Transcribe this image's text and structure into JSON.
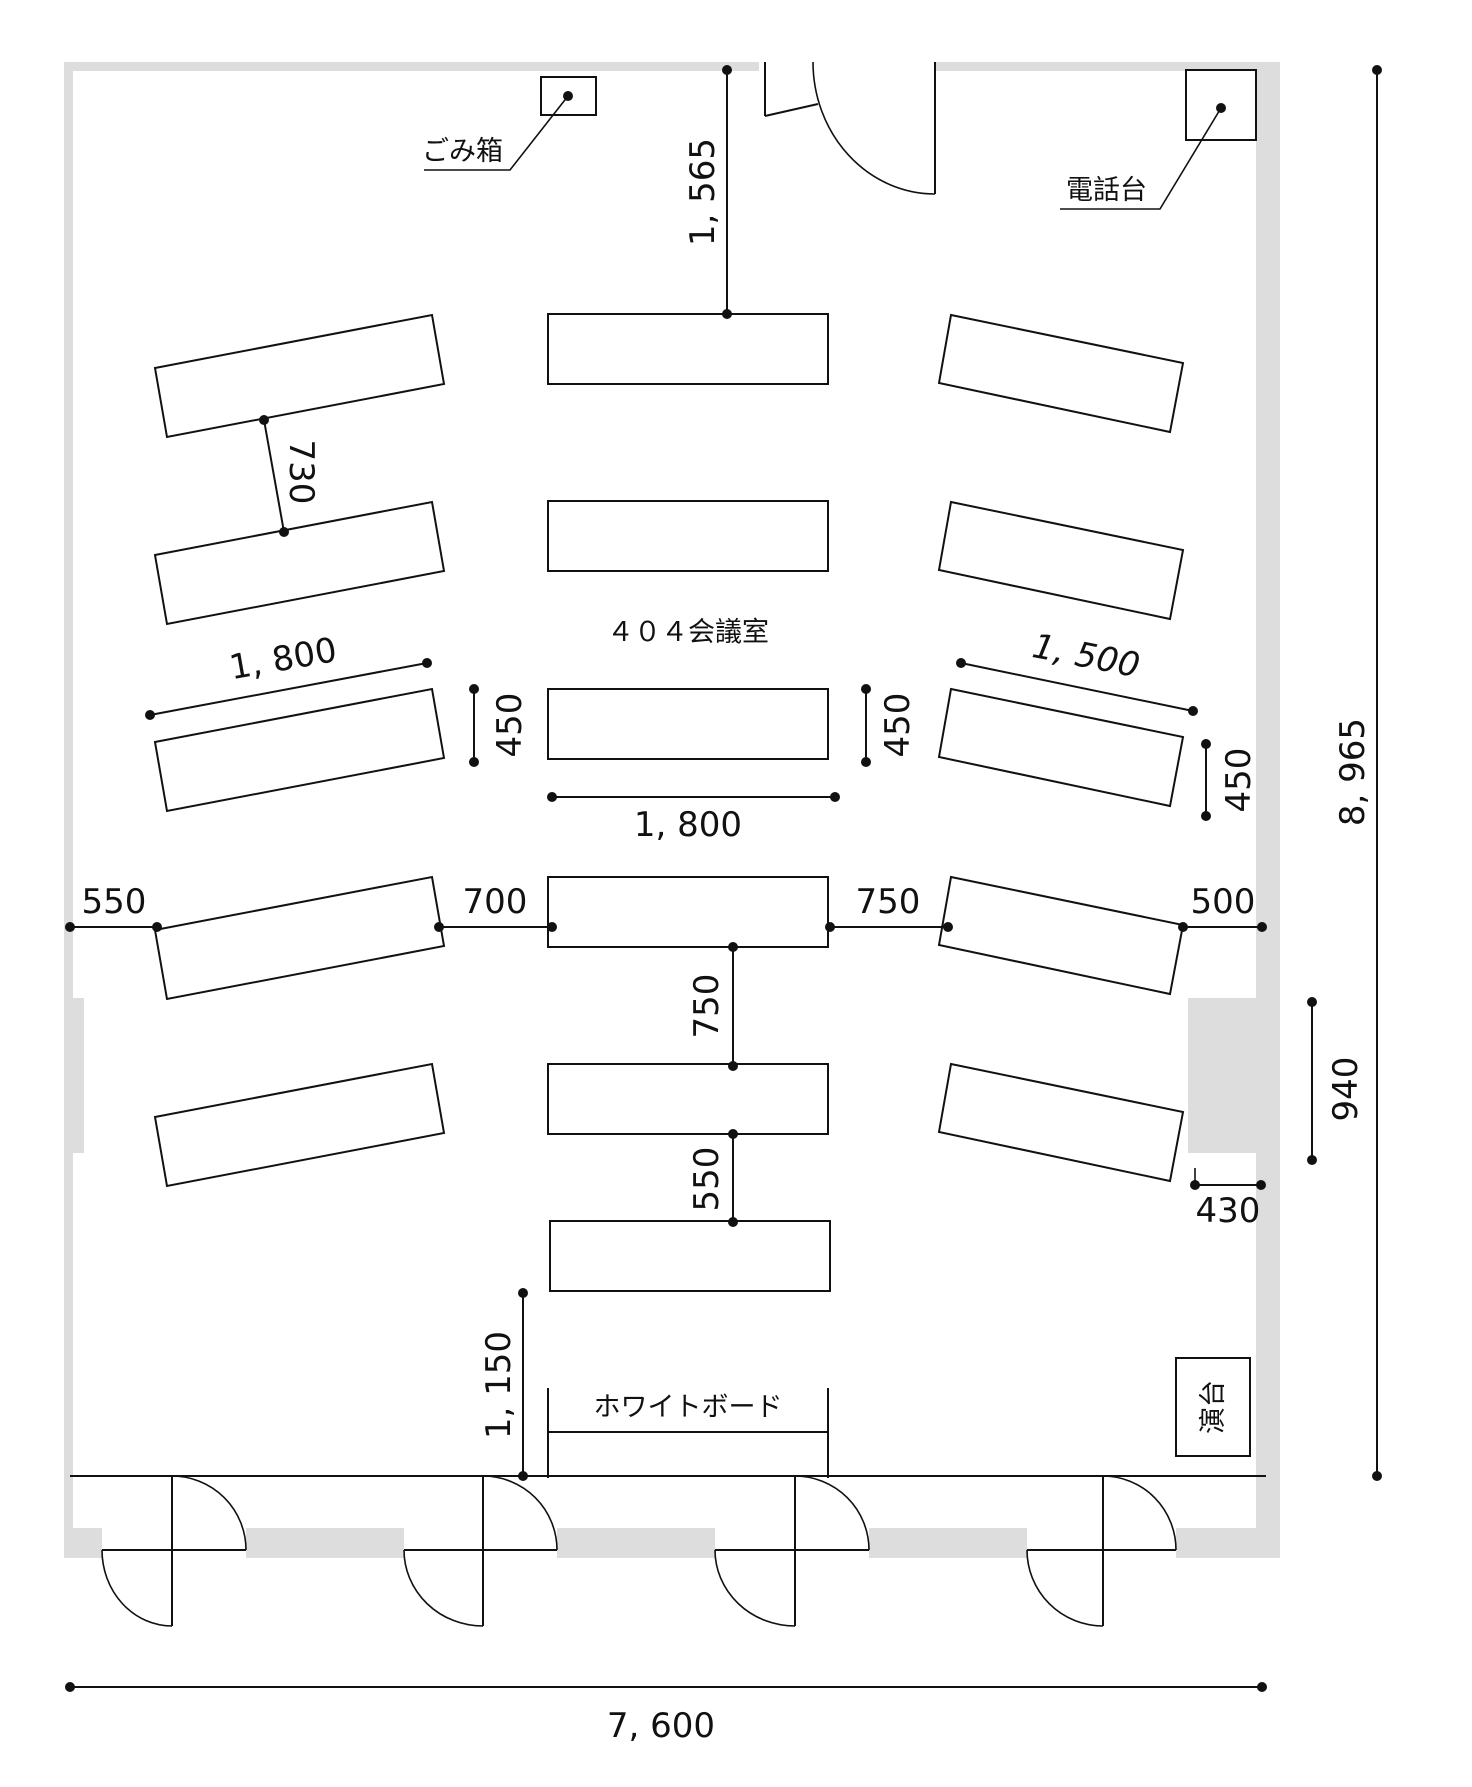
{
  "title": "４０４会議室",
  "labels": {
    "trash": "ごみ箱",
    "phone_stand": "電話台",
    "whiteboard": "ホワイトボード",
    "podium": "演台"
  },
  "dimensions": {
    "total_width": "7, 600",
    "total_height": "8, 965",
    "door_to_table": "1, 565",
    "row_gap": "730",
    "left_table_length": "1, 800",
    "right_table_length": "1, 500",
    "center_table_length": "1, 800",
    "left_table_depth": "450",
    "center_table_depth": "450",
    "right_table_depth": "450",
    "left_wall_gap": "550",
    "left_center_gap": "700",
    "center_right_gap": "750",
    "right_wall_gap": "500",
    "center_row_gap": "750",
    "center_last_gap": "550",
    "whiteboard_gap": "1, 150",
    "window_width": "940",
    "pillar_depth": "430"
  },
  "colors": {
    "wall": "#dddddd",
    "line": "#111111",
    "background": "#ffffff"
  }
}
